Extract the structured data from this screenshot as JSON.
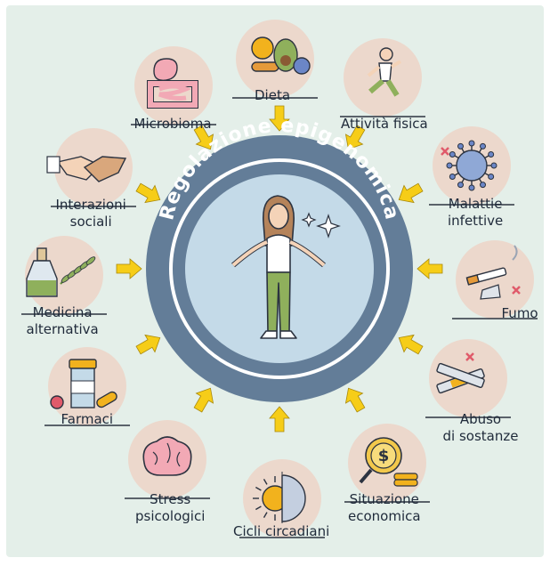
{
  "title": "Regolazione epigenomica",
  "colors": {
    "background": "#e4efe9",
    "outer_ring": "#637d98",
    "inner_disc": "#c4dae8",
    "factor_disc": "#ecd8cc",
    "arrow": "#f6cd18"
  },
  "factors": [
    {
      "id": "dieta",
      "label": [
        "Dieta"
      ],
      "icon": "food-icon"
    },
    {
      "id": "attivita",
      "label": [
        "Attività fisica"
      ],
      "icon": "runner-icon"
    },
    {
      "id": "malattie",
      "label": [
        "Malattie",
        "infettive"
      ],
      "icon": "virus-icon"
    },
    {
      "id": "fumo",
      "label": [
        "Fumo"
      ],
      "icon": "cigarette-icon"
    },
    {
      "id": "abuso",
      "label": [
        "Abuso",
        "di sostanze"
      ],
      "icon": "syringe-icon"
    },
    {
      "id": "situazione",
      "label": [
        "Situazione",
        "economica"
      ],
      "icon": "coin-magnifier-icon"
    },
    {
      "id": "cicli",
      "label": [
        "Cicli circadiani"
      ],
      "icon": "sun-moon-icon"
    },
    {
      "id": "stress",
      "label": [
        "Stress",
        "psicologici"
      ],
      "icon": "brain-icon"
    },
    {
      "id": "farmaci",
      "label": [
        "Farmaci"
      ],
      "icon": "pill-bottle-icon"
    },
    {
      "id": "medicina",
      "label": [
        "Medicina",
        "alternativa"
      ],
      "icon": "herb-bottle-icon"
    },
    {
      "id": "interazioni",
      "label": [
        "Interazioni",
        "sociali"
      ],
      "icon": "handshake-icon"
    },
    {
      "id": "microbioma",
      "label": [
        "Microbioma"
      ],
      "icon": "intestine-icon"
    }
  ]
}
